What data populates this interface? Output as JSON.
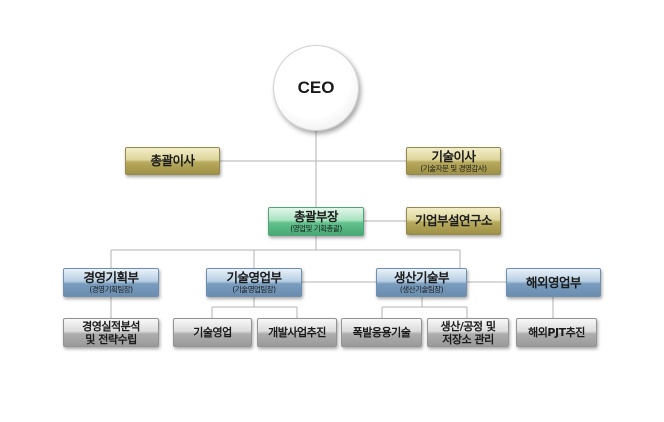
{
  "colors": {
    "line": "#b3b3b3",
    "executive": "#cfc583",
    "head": "#7fd3a4",
    "department": "#8fb0cf",
    "team": "#bdbdbd"
  },
  "ceo": {
    "label": "CEO"
  },
  "executives": {
    "general": {
      "label": "총괄이사"
    },
    "tech": {
      "label": "기술이사",
      "sub": "(기술자문 및 경영감사)"
    }
  },
  "head": {
    "label": "총괄부장",
    "sub": "(영업및 기획총괄)"
  },
  "lab": {
    "label": "기업부설연구소"
  },
  "departments": {
    "planning": {
      "label": "경영기획부",
      "sub": "(경영기획팀장)"
    },
    "tech_sales": {
      "label": "기술영업부",
      "sub": "(기술영업팀장)"
    },
    "production": {
      "label": "생산기술부",
      "sub": "(생산기술팀장)"
    },
    "overseas": {
      "label": "해외영업부"
    }
  },
  "teams": {
    "analysis": {
      "line1": "경영실적분석",
      "line2": "및 전략수립"
    },
    "tech_sales_team": {
      "label": "기술영업"
    },
    "business_dev": {
      "label": "개발사업추진"
    },
    "blasting": {
      "label": "폭발응용기술"
    },
    "production_process": {
      "line1": "생산/공정 및",
      "line2": "저장소 관리"
    },
    "overseas_pjt": {
      "label": "해외PJT추진"
    }
  }
}
